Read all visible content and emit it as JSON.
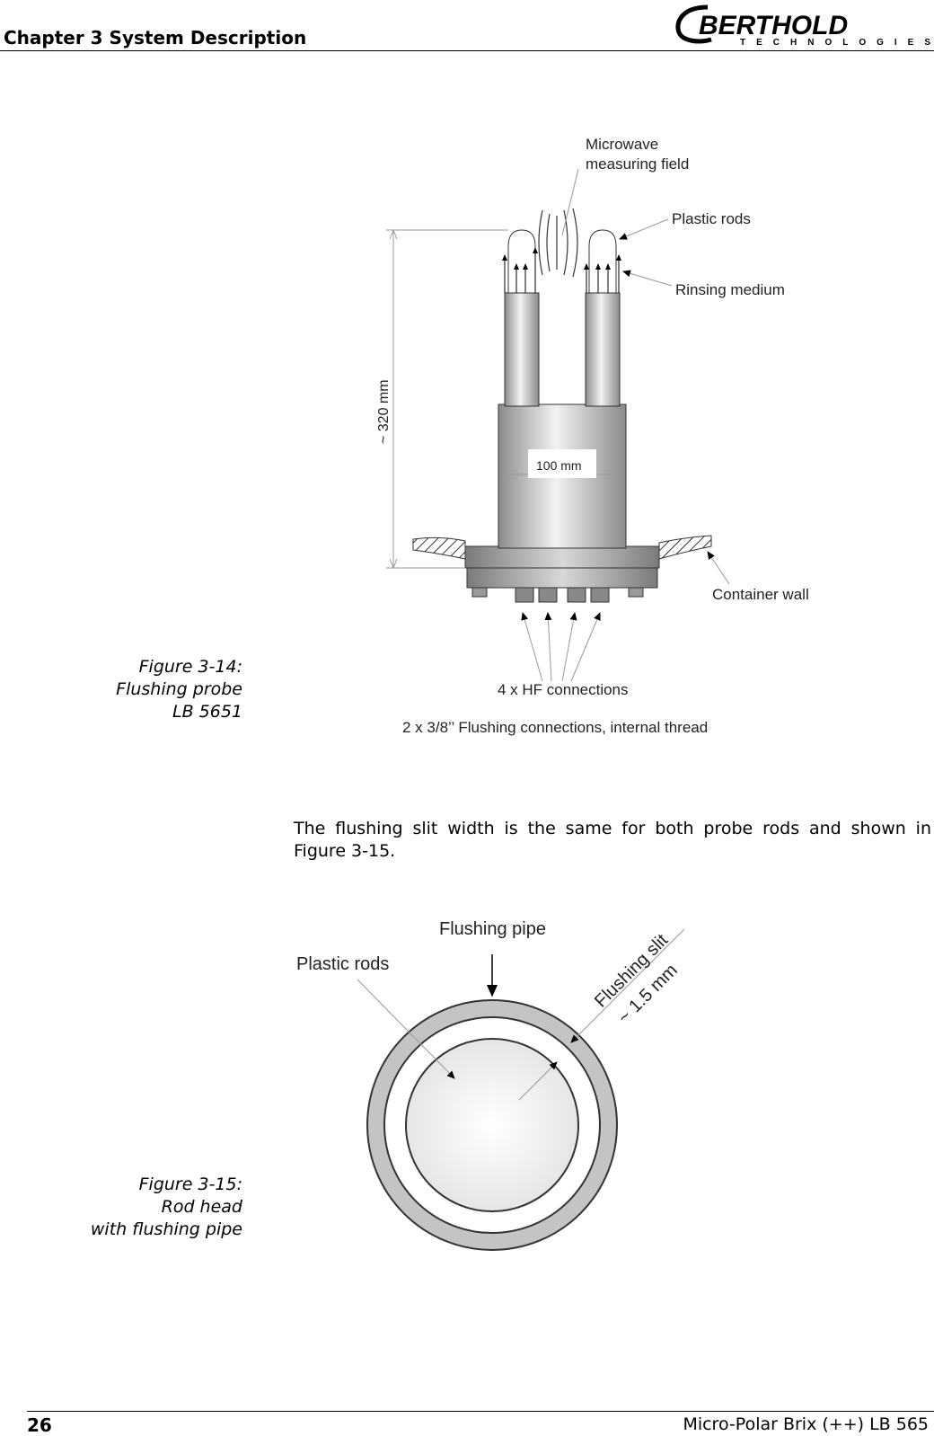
{
  "header": {
    "chapter_title": "Chapter 3 System Description",
    "logo_main": "BERTHOLD",
    "logo_sub": "TECHNOLOGIES"
  },
  "figure_14": {
    "caption": [
      "Figure 3-14:",
      "Flushing probe",
      "LB 5651"
    ],
    "labels": {
      "microwave_line1": "Microwave",
      "microwave_line2": "measuring field",
      "plastic_rods": "Plastic rods",
      "rinsing_medium": "Rinsing medium",
      "height_dim": "~ 320 mm",
      "width_dim": "100 mm",
      "container_wall": "Container wall",
      "hf_connections": "4 x HF connections",
      "flushing_connections": "2 x 3/8’’ Flushing connections, internal thread"
    }
  },
  "body_text": "The flushing slit width is the same for both probe rods and shown in Figure 3-15.",
  "figure_15": {
    "caption": [
      "Figure 3-15:",
      "Rod head",
      "with flushing pipe"
    ],
    "labels": {
      "flushing_pipe": "Flushing pipe",
      "plastic_rods": "Plastic rods",
      "flushing_slit": "Flushing slit",
      "slit_width": "~ 1.5 mm"
    }
  },
  "footer": {
    "page_number": "26",
    "document_name": "Micro-Polar Brix (++) LB 565"
  }
}
